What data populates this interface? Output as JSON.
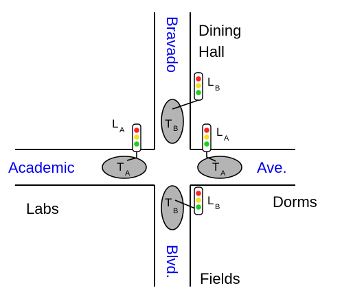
{
  "streets": {
    "horizontal": {
      "west": "Academic",
      "east": "Ave."
    },
    "vertical": {
      "north": "Bravado",
      "south": "Blvd."
    },
    "color": "#0000ee"
  },
  "places": {
    "dining_line1": "Dining",
    "dining_line2": "Hall",
    "labs": "Labs",
    "dorms": "Dorms",
    "fields": "Fields"
  },
  "sensors": {
    "label": "T",
    "north": "B",
    "south": "B",
    "west": "A",
    "east": "A",
    "fill": "#b4b4b4"
  },
  "lights": {
    "label": "L",
    "north": "B",
    "south": "B",
    "west": "A",
    "east": "A",
    "colors": {
      "red": "#ff2222",
      "yellow": "#f4e020",
      "green": "#22cc22"
    }
  }
}
